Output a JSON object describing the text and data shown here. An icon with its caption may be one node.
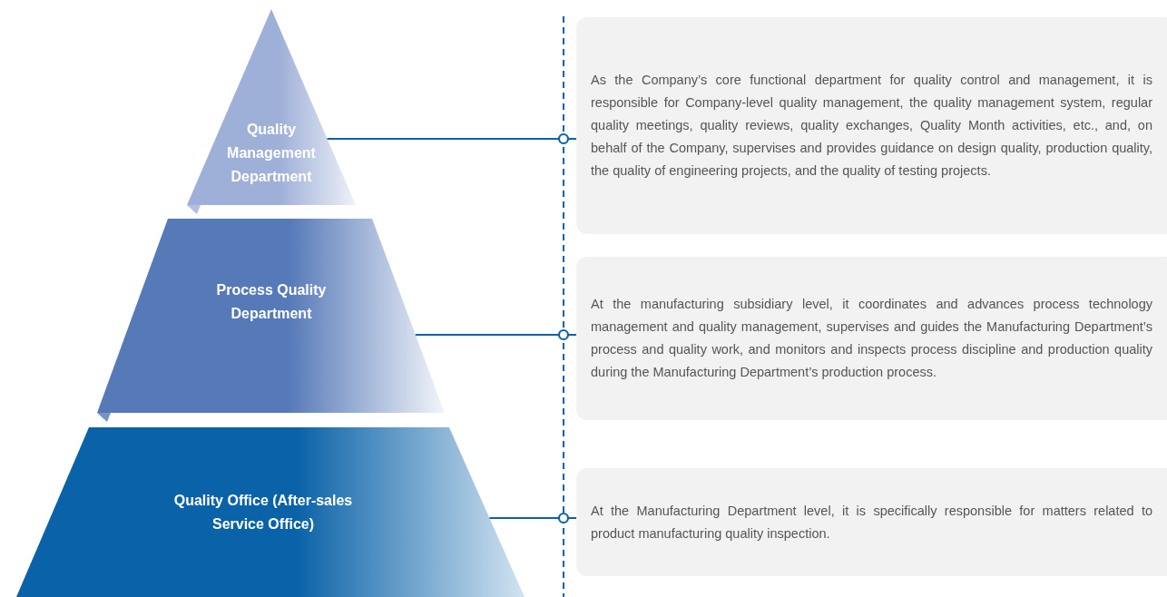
{
  "diagram": {
    "nodes": [
      {
        "text": [
          "Quality Management Department"
        ]
      },
      {
        "text": [
          "Process Quality Department"
        ]
      },
      {
        "text": [
          "Quality Office (After-sales Service Office)"
        ]
      },
      {
        "text": [
          "As the Company’s core functional department for quality control and management, it is responsible for Company-level quality management, the quality management system, regular quality meetings, quality reviews, quality exchanges, Quality Month activities, etc., and, on behalf of the Company, supervises and provides guidance on design quality, production quality, the quality of engineering projects, and the quality of testing projects."
        ]
      },
      {
        "text": [
          "At the manufacturing subsidiary level, it coordinates and advances process technology management and quality management, supervises and guides the Manufacturing Department’s process and quality work, and monitors and inspects process discipline and production quality during the Manufacturing Department’s production process."
        ]
      },
      {
        "text": [
          "At the Manufacturing Department level, it is specifically responsible for matters related to product manufacturing quality inspection."
        ]
      }
    ],
    "edges": [
      {
        "from": 0,
        "to": 3,
        "arrow": "other"
      },
      {
        "from": 1,
        "to": 4,
        "arrow": "other"
      },
      {
        "from": 2,
        "to": 5,
        "arrow": "other"
      }
    ]
  }
}
